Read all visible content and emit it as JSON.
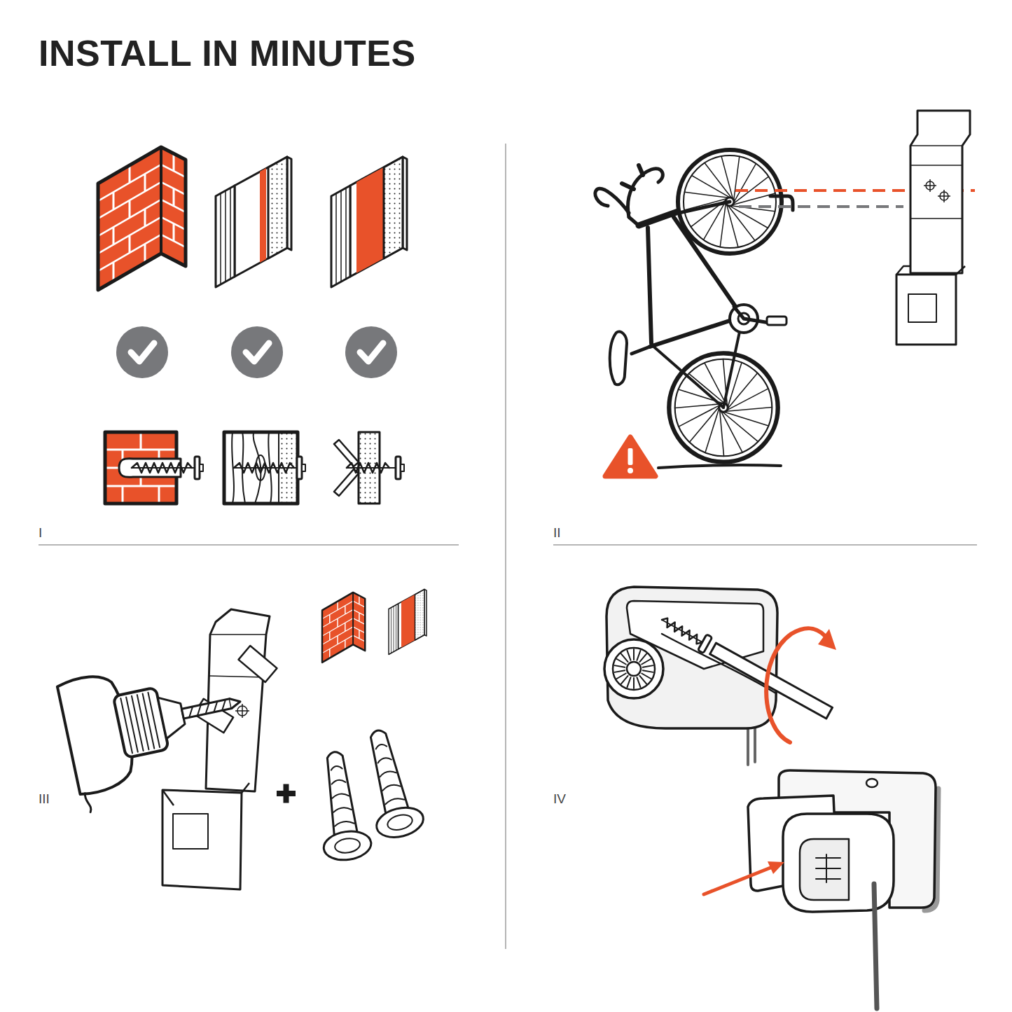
{
  "diagram": {
    "title": "INSTALL IN MINUTES",
    "labels": [
      "I",
      "II",
      "III",
      "IV"
    ]
  }
}
